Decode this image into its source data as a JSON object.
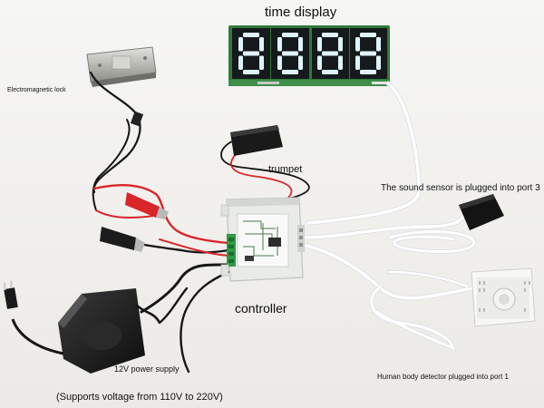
{
  "labels": {
    "time_display": "time display",
    "electromagnetic_lock": "Electromagnetic lock",
    "trumpet": "trumpet",
    "sound_sensor": "The sound sensor is plugged into port 3",
    "controller": "controller",
    "power_supply": "12V power supply",
    "human_detector": "Human body detector plugged into port 1",
    "voltage_note": "(Supports voltage from 110V to 220V)"
  },
  "display": {
    "digits": [
      "8",
      "8",
      "8",
      "8"
    ],
    "segment_color": "#dff3fb",
    "board_color": "#2f7a3a"
  },
  "colors": {
    "background": "#f4f4f2",
    "wire_black": "#161616",
    "wire_red": "#d8262a",
    "cable_white": "#ffffff",
    "controller_body": "#e9ebe9"
  }
}
